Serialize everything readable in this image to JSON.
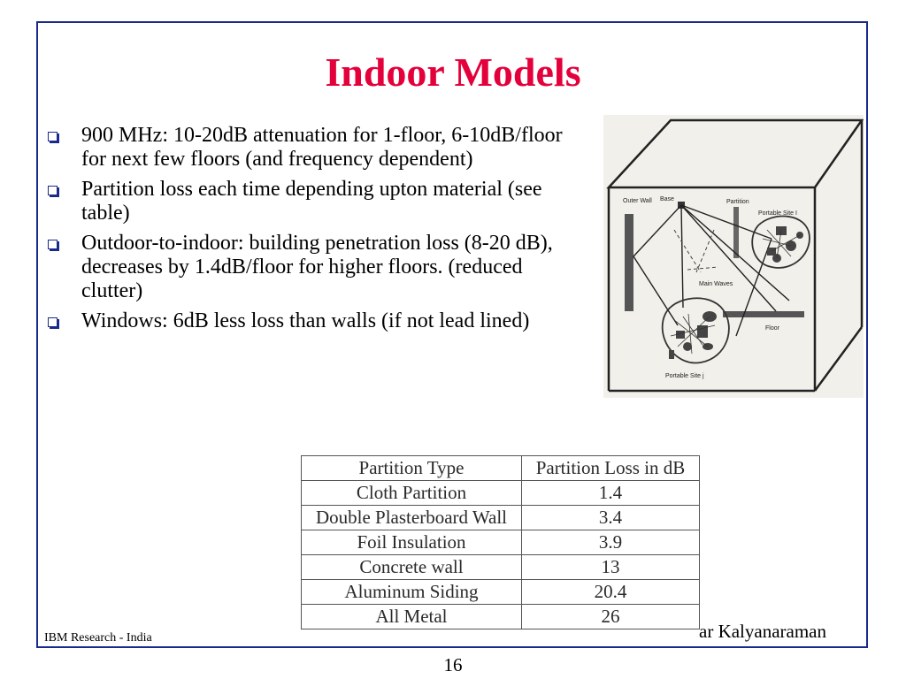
{
  "slide": {
    "title": "Indoor Models",
    "bullets": [
      "900 MHz: 10-20dB attenuation for 1-floor, 6-10dB/floor for next few floors (and frequency dependent)",
      "Partition loss each time depending upton material (see table)",
      "Outdoor-to-indoor: building penetration loss (8-20 dB), decreases by 1.4dB/floor for higher floors. (reduced clutter)",
      "Windows: 6dB less loss than walls (if not lead lined)"
    ],
    "figure_labels": {
      "outer_wall": "Outer Wall",
      "base": "Base",
      "partition": "Partition",
      "portable_site_i": "Portable Site I",
      "main_waves": "Main Waves",
      "floor": "Floor",
      "portable_site_j": "Portable Site j"
    },
    "table": {
      "headers": [
        "Partition Type",
        "Partition Loss in dB"
      ],
      "rows": [
        [
          "Cloth Partition",
          "1.4"
        ],
        [
          "Double Plasterboard Wall",
          "3.4"
        ],
        [
          "Foil Insulation",
          "3.9"
        ],
        [
          "Concrete wall",
          "13"
        ],
        [
          "Aluminum Siding",
          "20.4"
        ],
        [
          "All Metal",
          "26"
        ]
      ]
    },
    "footer_left": "IBM Research - India",
    "footer_right": "ar Kalyanaraman",
    "page_number": "16"
  },
  "colors": {
    "title": "#e4003a",
    "frame": "#1a2a8a",
    "bullet": "#1a2a8a"
  }
}
